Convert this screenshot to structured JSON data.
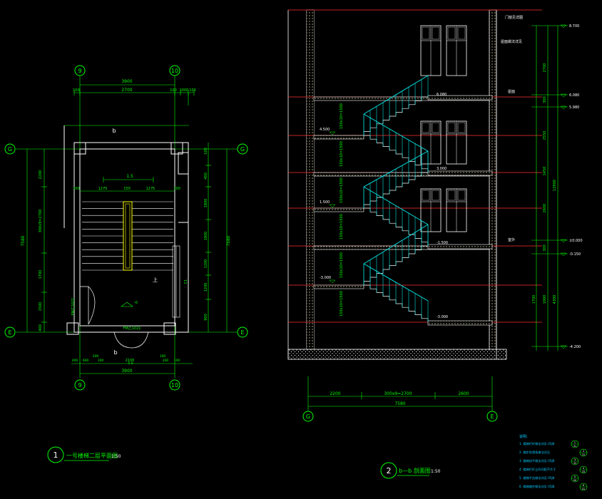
{
  "colors": {
    "background": "#000000",
    "dimension": "#00ff00",
    "wall": "#ffffff",
    "wall_fill": "#c8c090",
    "stair": "#00e5e5",
    "axis_line": "#ff3030",
    "elevation_text": "#ffffff",
    "yellow": "#ffff00",
    "note": "#00c8ff",
    "label": "#ffffff"
  },
  "plan": {
    "axes": {
      "top_left": "9",
      "top_right": "10",
      "left_top": "G",
      "left_bottom": "E",
      "right_top": "G",
      "right_bottom": "E",
      "bottom_left": "9",
      "bottom_right": "10"
    },
    "top_dims": {
      "overall": "3900",
      "left_small": "100",
      "middle": "2700",
      "right_small1": "100",
      "right_small2": "1000",
      "right_small3": "100"
    },
    "mid_dims": {
      "left": "100",
      "a": "1275",
      "b": "150",
      "c": "1275",
      "d": "100"
    },
    "bottom_dims": {
      "overall": "3900",
      "a": "400",
      "b": "600",
      "c": "100",
      "d": "200",
      "e": "2100",
      "f": "100",
      "g": "200",
      "h": "100"
    },
    "left_dims": {
      "overall": "7580",
      "a": "2200",
      "b": "300x9=2700",
      "c": "1700",
      "d": "1500",
      "e": "400"
    },
    "right_dims": {
      "overall": "7580",
      "a": "100",
      "b": "400",
      "c": "1800",
      "d": "1800",
      "e": "1200",
      "f": "1200",
      "g": "900"
    },
    "section_mark": "b",
    "section_mark_bottom": "b",
    "landing_label": "1.5",
    "up_label": "上",
    "door_label": "FM乙1021",
    "window_label": "C1",
    "elev_label": "-0",
    "bottom_size": "5.0",
    "title_number": "1",
    "title_text": "一号楼梯二层平面图",
    "title_scale": "1:50"
  },
  "section": {
    "levels": {
      "top": "8.700",
      "l1": "6.080",
      "l1b": "5.980",
      "l2": "4.500",
      "l3": "3.000",
      "l4": "1.500",
      "l5": "±0.000",
      "l5b": "-0.150",
      "l6": "-1.500",
      "l7": "-3.000",
      "bottom": "-4.200"
    },
    "right_dims": {
      "a": "2700",
      "b": "300",
      "c": "2550",
      "d": "1450",
      "e": "300",
      "f": "2600",
      "g": "1700",
      "h": "1000",
      "overall_upper": "12900",
      "overall_mid": "4300"
    },
    "flight_labels": [
      "150x10=1500",
      "150x10=1500",
      "150x10=1500",
      "150x10=1500",
      "150x10=1500",
      "150x10=1500"
    ],
    "notes_top": [
      "门窗见详图",
      "屋面做法详见"
    ],
    "label_room": "屋面",
    "label_ground": "室外",
    "bottom_dims": {
      "a": "2200",
      "b": "300x9=2700",
      "c": "2600",
      "overall": "7580"
    },
    "axes": {
      "left": "G",
      "right": "E"
    },
    "title_number": "2",
    "title_text": "b—b 剖面图",
    "title_scale": "1:50"
  },
  "notes": {
    "heading": "说明:",
    "items": [
      "1. 楼梯栏杆做法详见 05J8",
      "2. 踏步防滑条做法详见",
      "3. 楼梯扶手做法详见 05J8",
      "4. 楼梯栏杆立杆间距不大于",
      "5. 楼梯平台做法详见 05J8",
      "6. 楼梯踏步做法详见 05J8"
    ],
    "refs": [
      "1\n31",
      "2\n31",
      "3\n32",
      "4\n33",
      "5\n40",
      "6\n41"
    ]
  }
}
